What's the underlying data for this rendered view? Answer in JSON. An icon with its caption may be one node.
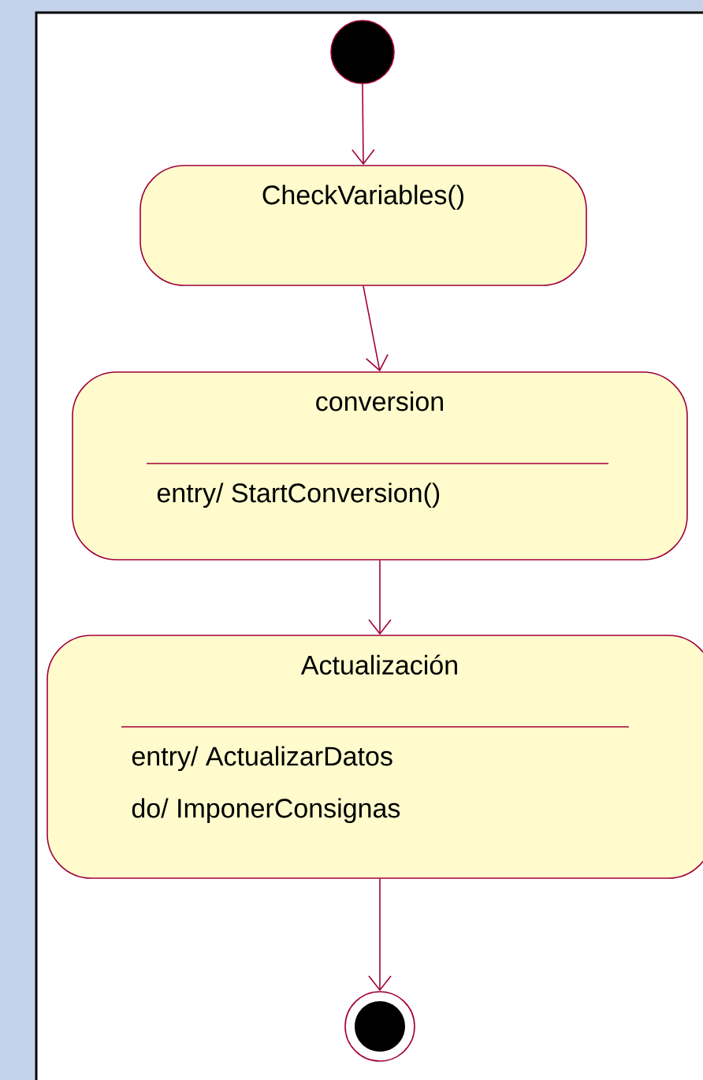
{
  "diagram": {
    "nodes": [
      {
        "text": [],
        "shape": "circle"
      },
      {
        "text": [
          "CheckVariables()"
        ]
      },
      {
        "text": [
          "conversion",
          "entry/ StartConversion()"
        ]
      },
      {
        "text": [
          "Actualización",
          "entry/ ActualizarDatos",
          "do/ ImponerConsignas"
        ]
      },
      {
        "text": [],
        "shape": "circle"
      }
    ],
    "edges": [
      {
        "from": 0,
        "to": 1,
        "arrow": "to"
      },
      {
        "from": 1,
        "to": 2,
        "arrow": "to"
      },
      {
        "from": 2,
        "to": 3,
        "arrow": "to"
      },
      {
        "from": 3,
        "to": 4,
        "arrow": "to"
      }
    ]
  }
}
